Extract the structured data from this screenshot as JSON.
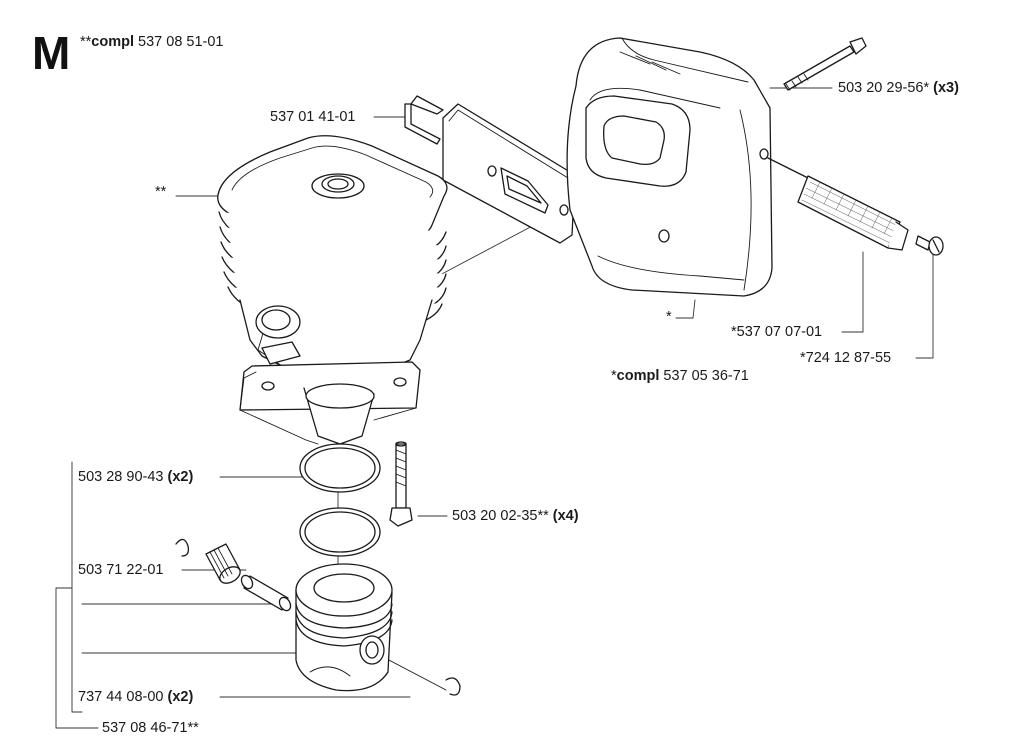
{
  "section": {
    "letter": "M",
    "kit_prefix": "**",
    "kit_word": "compl",
    "kit_number": "537 08 51-01"
  },
  "labels": {
    "bracket": "537 01 41-01",
    "cylinder_mark": "**",
    "bolt_muffler": "503 20 29-56*",
    "bolt_muffler_qty": "(x3)",
    "muffler_mark": "*",
    "screen": "*537 07 07-01",
    "screw": "*724 12 87-55",
    "muffler_kit_prefix": "*",
    "muffler_kit_word": "compl",
    "muffler_kit_number": "537 05 36-71",
    "rings": "503 28 90-43",
    "rings_qty": "(x2)",
    "bolts_cylinder": "503 20 02-35**",
    "bolts_cylinder_qty": "(x4)",
    "bearing": "503 71 22-01",
    "circlip": "737 44 08-00",
    "circlip_qty": "(x2)",
    "piston_kit": "537 08 46-71**"
  }
}
